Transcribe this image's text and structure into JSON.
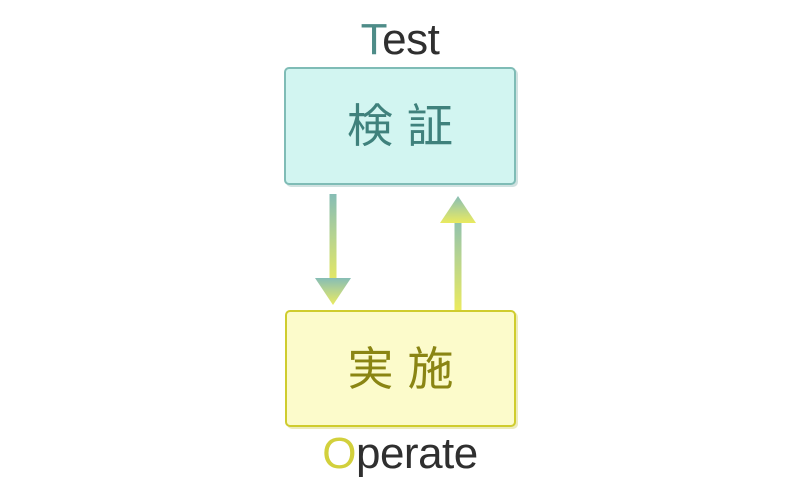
{
  "diagram": {
    "title_top": {
      "accent_letter": "T",
      "rest": "est",
      "full": "Test",
      "accent_color": "#4e8c88",
      "text_color": "#2f2f2f"
    },
    "title_bottom": {
      "accent_letter": "O",
      "rest": "perate",
      "full": "Operate",
      "accent_color": "#d2d03c",
      "text_color": "#2f2f2f"
    },
    "nodes": [
      {
        "id": "verify",
        "label": "検証",
        "caption": "Test",
        "fill_color": "#d2f5f1",
        "border_color": "#7fbcb6",
        "text_color": "#3f817c"
      },
      {
        "id": "implement",
        "label": "実施",
        "caption": "Operate",
        "fill_color": "#fcfbcb",
        "border_color": "#cfcc2e",
        "text_color": "#8a8513"
      }
    ],
    "connectors": [
      {
        "id": "verify-to-implement",
        "direction": "down",
        "from": "verify",
        "to": "implement",
        "gradient_start": "#8fc4bd",
        "gradient_end": "#eaea62"
      },
      {
        "id": "implement-to-verify",
        "direction": "up",
        "from": "implement",
        "to": "verify",
        "gradient_start": "#eaea62",
        "gradient_end": "#86bdb5"
      }
    ],
    "background_color": "#ffffff"
  }
}
